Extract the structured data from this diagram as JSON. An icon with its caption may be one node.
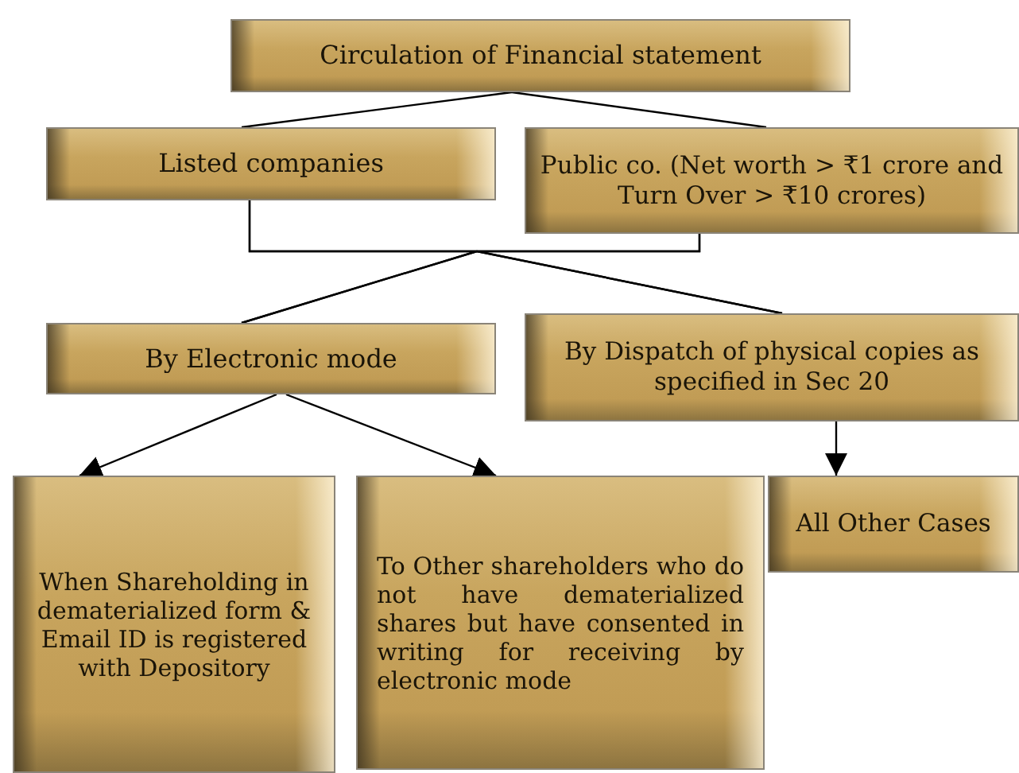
{
  "diagram": {
    "nodes": [
      {
        "text": [
          "Circulation of Financial statement"
        ]
      },
      {
        "text": [
          "Listed companies"
        ]
      },
      {
        "text": [
          "Public co. (Net worth > ₹1 crore and Turn Over > ₹10 crores)"
        ]
      },
      {
        "text": [
          "By Electronic mode"
        ]
      },
      {
        "text": [
          "By Dispatch of physical copies as specified in Sec 20"
        ]
      },
      {
        "text": [
          "When Shareholding in dematerialized form & Email ID is registered with Depository"
        ]
      },
      {
        "text": [
          "To Other shareholders who do not have dematerialized shares but have consented in writing for receiving by electronic mode"
        ]
      },
      {
        "text": [
          "All Other Cases"
        ]
      }
    ],
    "edges": [
      {
        "from": 0,
        "to": 1,
        "arrow": "none"
      },
      {
        "from": 0,
        "to": 2,
        "arrow": "none"
      },
      {
        "from": 1,
        "to": 3,
        "arrow": "none"
      },
      {
        "from": 1,
        "to": 4,
        "arrow": "none"
      },
      {
        "from": 2,
        "to": 3,
        "arrow": "none"
      },
      {
        "from": 2,
        "to": 4,
        "arrow": "none"
      },
      {
        "from": 3,
        "to": 5,
        "arrow": "to"
      },
      {
        "from": 3,
        "to": 6,
        "arrow": "to"
      },
      {
        "from": 4,
        "to": 7,
        "arrow": "to"
      }
    ]
  }
}
